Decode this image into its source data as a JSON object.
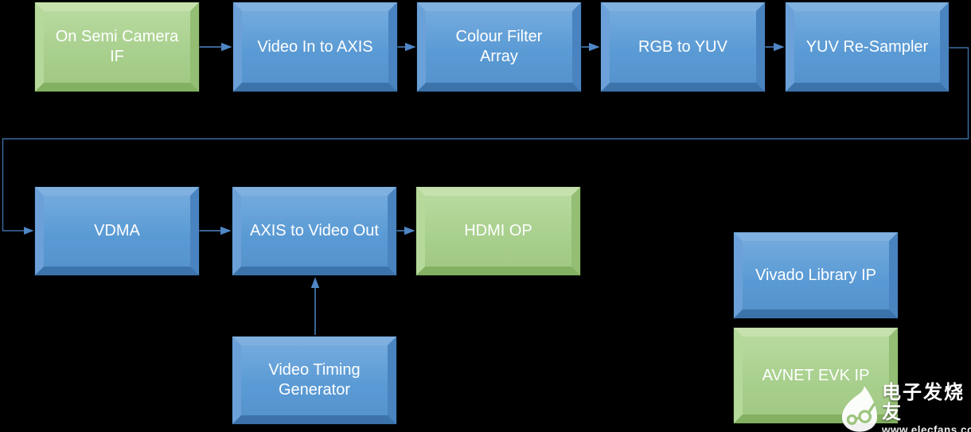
{
  "diagram": {
    "row1": [
      {
        "label": "On Semi Camera\nIF",
        "type": "avnet"
      },
      {
        "label": "Video In to AXIS",
        "type": "vivado"
      },
      {
        "label": "Colour Filter\nArray",
        "type": "vivado"
      },
      {
        "label": "RGB to YUV",
        "type": "vivado"
      },
      {
        "label": "YUV Re-Sampler",
        "type": "vivado"
      }
    ],
    "row2": [
      {
        "label": "VDMA",
        "type": "vivado"
      },
      {
        "label": "AXIS to Video Out",
        "type": "vivado"
      },
      {
        "label": "HDMI OP",
        "type": "avnet"
      }
    ],
    "timing_generator": {
      "label": "Video Timing\nGenerator",
      "type": "vivado"
    },
    "legend": [
      {
        "label": "Vivado Library IP",
        "type": "vivado"
      },
      {
        "label": "AVNET EVK IP",
        "type": "avnet"
      }
    ],
    "edges": [
      {
        "from": "On Semi Camera IF",
        "to": "Video In to AXIS"
      },
      {
        "from": "Video In to AXIS",
        "to": "Colour Filter Array"
      },
      {
        "from": "Colour Filter Array",
        "to": "RGB to YUV"
      },
      {
        "from": "RGB to YUV",
        "to": "YUV Re-Sampler"
      },
      {
        "from": "YUV Re-Sampler",
        "to": "VDMA"
      },
      {
        "from": "VDMA",
        "to": "AXIS to Video Out"
      },
      {
        "from": "AXIS to Video Out",
        "to": "HDMI OP"
      },
      {
        "from": "Video Timing Generator",
        "to": "AXIS to Video Out"
      }
    ],
    "colors": {
      "vivado_blue": "#5b9bd5",
      "avnet_green": "#a9d08e",
      "arrow_blue": "#4f86c6",
      "feedback_line": "#3c6ea6",
      "label_text": "#ffffff",
      "background": "#000000"
    }
  },
  "watermark": {
    "brand_name": "电子发烧友",
    "site_url": "www.elecfans.com"
  }
}
